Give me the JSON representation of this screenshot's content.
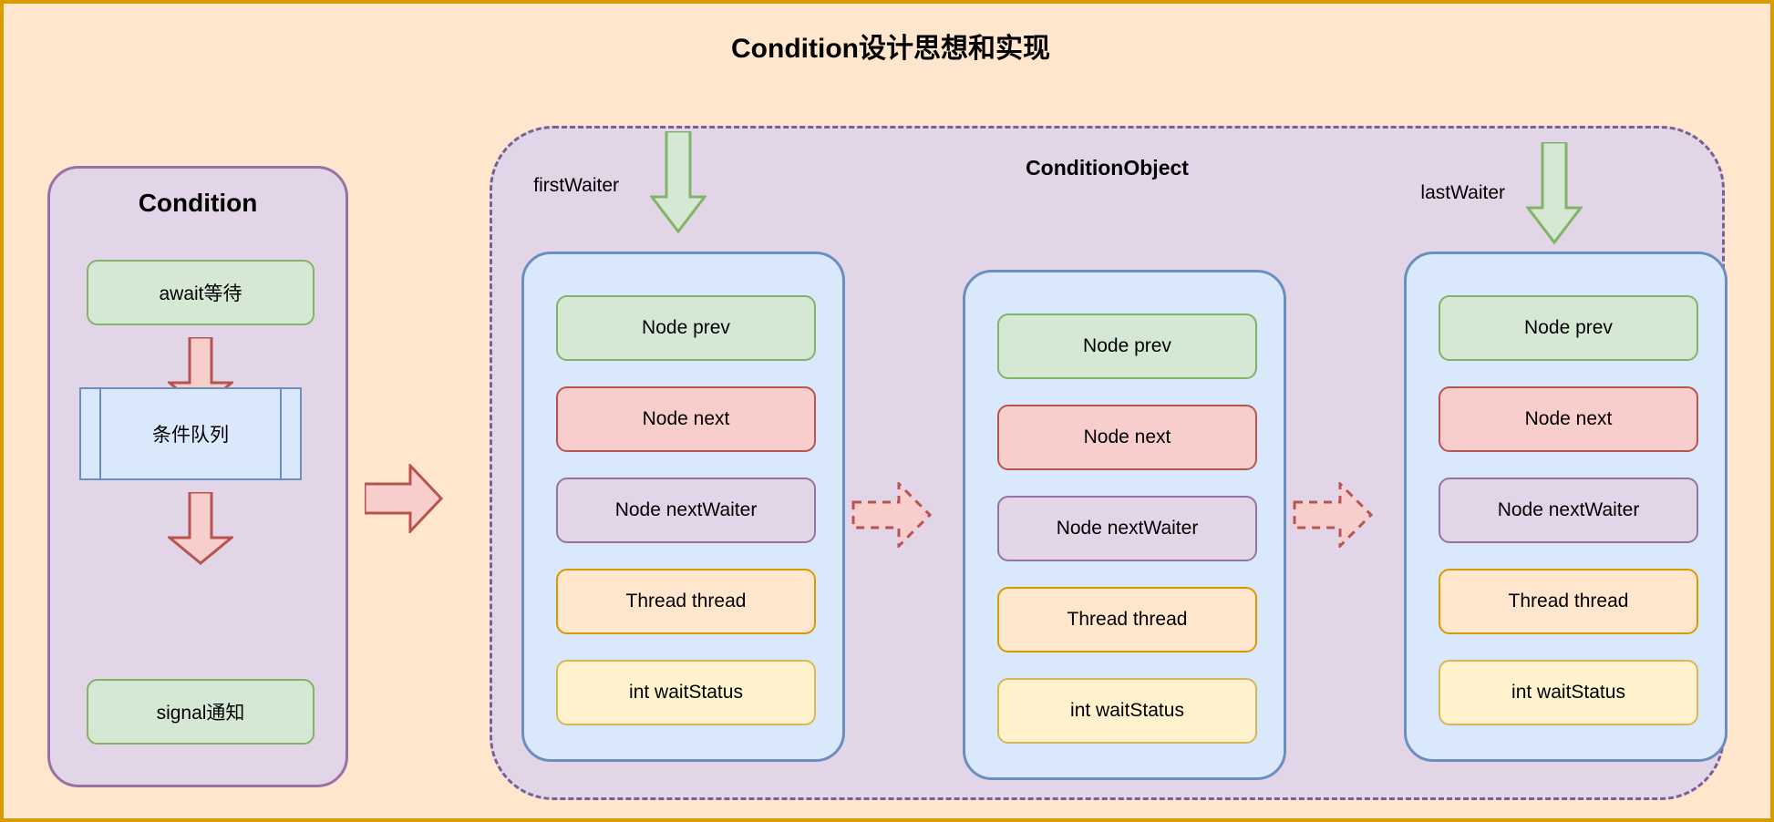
{
  "title": "Condition设计思想和实现",
  "colors": {
    "canvas_bg": "#ffe6cc",
    "canvas_border": "#d79b00",
    "panel_purple_bg": "#e1d5e7",
    "panel_purple_border": "#9673a6",
    "card_blue_bg": "#dae8fc",
    "card_blue_border": "#6c8ebf",
    "green_bg": "#d5e8d4",
    "green_border": "#82b366",
    "red_bg": "#f8cecc",
    "red_border": "#b85450",
    "orange_bg": "#ffe6cc",
    "orange_border": "#d79b00",
    "yellow_bg": "#fff2cc",
    "yellow_border": "#d6b656"
  },
  "condition_panel": {
    "title": "Condition",
    "await_box": "await等待",
    "queue_box": "条件队列",
    "signal_box": "signal通知",
    "arrow_1_icon": "arrow-down-icon",
    "arrow_2_icon": "arrow-down-icon"
  },
  "link_arrow": {
    "icon": "arrow-right-icon"
  },
  "condition_object": {
    "title": "ConditionObject",
    "first_waiter_label": "firstWaiter",
    "last_waiter_label": "lastWaiter",
    "first_waiter_icon": "arrow-down-icon",
    "last_waiter_icon": "arrow-down-icon",
    "connector_icon": "arrow-right-dashed-icon",
    "field_names": [
      "Node prev",
      "Node next",
      "Node nextWaiter",
      "Thread thread",
      "int waitStatus"
    ],
    "nodes": [
      {
        "name": "node-first",
        "fields": [
          "Node prev",
          "Node next",
          "Node nextWaiter",
          "Thread thread",
          "int waitStatus"
        ]
      },
      {
        "name": "node-middle",
        "fields": [
          "Node prev",
          "Node next",
          "Node nextWaiter",
          "Thread thread",
          "int waitStatus"
        ]
      },
      {
        "name": "node-last",
        "fields": [
          "Node prev",
          "Node next",
          "Node nextWaiter",
          "Thread thread",
          "int waitStatus"
        ]
      }
    ]
  }
}
